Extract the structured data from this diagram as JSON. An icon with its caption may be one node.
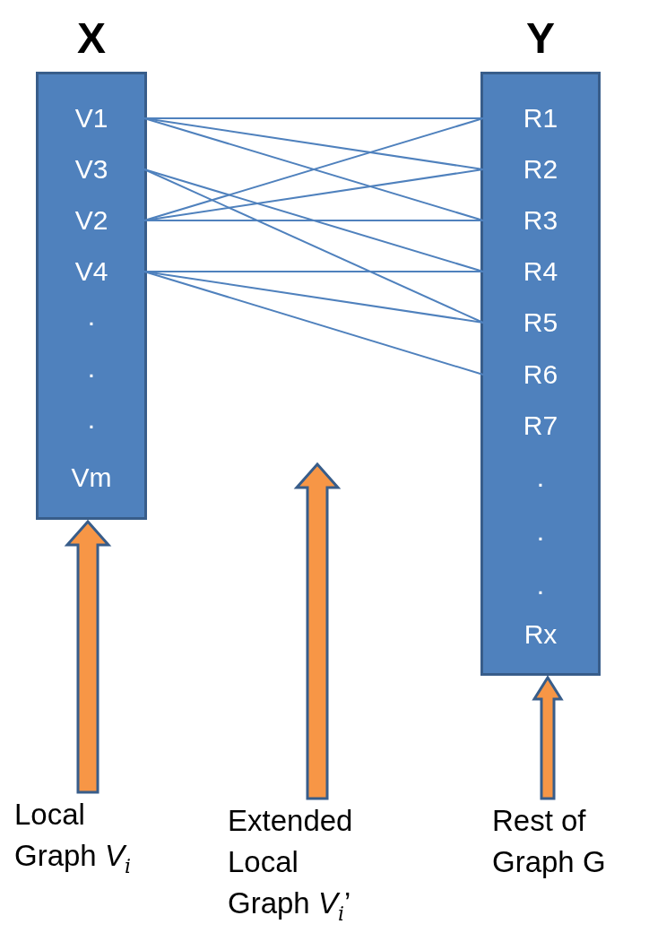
{
  "diagram": {
    "nodes": [
      {
        "text": [
          "X"
        ]
      },
      {
        "text": [
          "V1"
        ],
        "in": 0
      },
      {
        "text": [
          "V3"
        ],
        "in": 0
      },
      {
        "text": [
          "V2"
        ],
        "in": 0
      },
      {
        "text": [
          "V4"
        ],
        "in": 0
      },
      {
        "text": [
          "Vm"
        ],
        "in": 0
      },
      {
        "text": [
          "Y"
        ]
      },
      {
        "text": [
          "R1"
        ],
        "in": 6
      },
      {
        "text": [
          "R2"
        ],
        "in": 6
      },
      {
        "text": [
          "R3"
        ],
        "in": 6
      },
      {
        "text": [
          "R4"
        ],
        "in": 6
      },
      {
        "text": [
          "R5"
        ],
        "in": 6
      },
      {
        "text": [
          "R6"
        ],
        "in": 6
      },
      {
        "text": [
          "R7"
        ],
        "in": 6
      },
      {
        "text": [
          "Rx"
        ],
        "in": 6
      },
      {
        "text": [
          "Local Graph *V*$_{i}$"
        ]
      },
      {
        "text": [
          "Extended Local Graph *V*$_{i}$’"
        ]
      },
      {
        "text": [
          "Rest of Graph  G"
        ]
      }
    ],
    "edges": [
      {
        "from": 1,
        "to": 7,
        "arrow": "none"
      },
      {
        "from": 1,
        "to": 8,
        "arrow": "none"
      },
      {
        "from": 1,
        "to": 9,
        "arrow": "none"
      },
      {
        "from": 2,
        "to": 10,
        "arrow": "none"
      },
      {
        "from": 2,
        "to": 11,
        "arrow": "none"
      },
      {
        "from": 3,
        "to": 7,
        "arrow": "none"
      },
      {
        "from": 3,
        "to": 8,
        "arrow": "none"
      },
      {
        "from": 3,
        "to": 9,
        "arrow": "none"
      },
      {
        "from": 4,
        "to": 10,
        "arrow": "none"
      },
      {
        "from": 4,
        "to": 11,
        "arrow": "none"
      },
      {
        "from": 4,
        "to": 12,
        "arrow": "none"
      },
      {
        "from": 15,
        "to": 0,
        "arrow": "to",
        "style": "thick",
        "color": "#f79646"
      },
      {
        "from": 16,
        "to": null,
        "arrow": "to",
        "style": "thick",
        "color": "#f79646"
      },
      {
        "from": 17,
        "to": 6,
        "arrow": "to",
        "style": "thick",
        "color": "#f79646"
      }
    ],
    "labels": [
      ".",
      ".",
      ".",
      ".",
      ".",
      "."
    ]
  }
}
